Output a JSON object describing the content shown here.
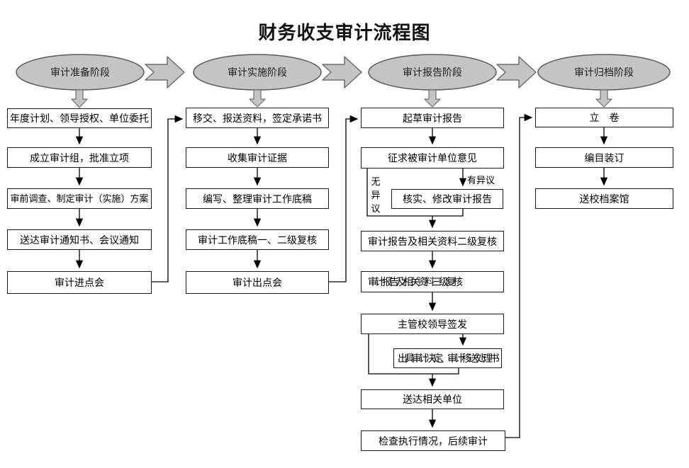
{
  "title": "财务收支审计流程图",
  "stages": {
    "prepare": "审计准备阶段",
    "implement": "审计实施阶段",
    "report": "审计报告阶段",
    "archive": "审计归档阶段"
  },
  "prepare_steps": {
    "annual_plan": "年度计划、领导授权、单位委托",
    "setup_team": "成立审计组，批准立项",
    "pre_survey": "审前调查、制定审计（实施）方案",
    "notice": "送达审计通知书、会议通知",
    "entry_meeting": "审计进点会"
  },
  "implement_steps": {
    "handover": "移交、报送资料，签定承诺书",
    "collect_evidence": "收集审计证据",
    "draft_papers": "编写、整理审计工作底稿",
    "papers_review": "审计工作底稿一、二级复核",
    "exit_meeting": "审计出点会"
  },
  "report_steps": {
    "draft_report": "起草审计报告",
    "solicit_opinion": "征求被审计单位意见",
    "no_objection": "无异议",
    "has_objection": "有异议",
    "verify_modify": "核实、修改审计报告",
    "second_review": "审计报告及相关资料二级复核",
    "third_review": "审计报告及相关资料三级复核",
    "leader_sign": "主管校领导签发",
    "issue_decision": "出具审计决定、审计移送处理书",
    "deliver_units": "送达相关单位",
    "check_followup": "检查执行情况，后续审计"
  },
  "archive_steps": {
    "filing": "立　卷",
    "binding": "编目装订",
    "send_archive": "送校档案馆"
  },
  "colors": {
    "shape_fill": "#c4c4c4",
    "shape_stroke": "#6e6e6e",
    "box_border": "#1a1a1a",
    "line": "#000000"
  }
}
